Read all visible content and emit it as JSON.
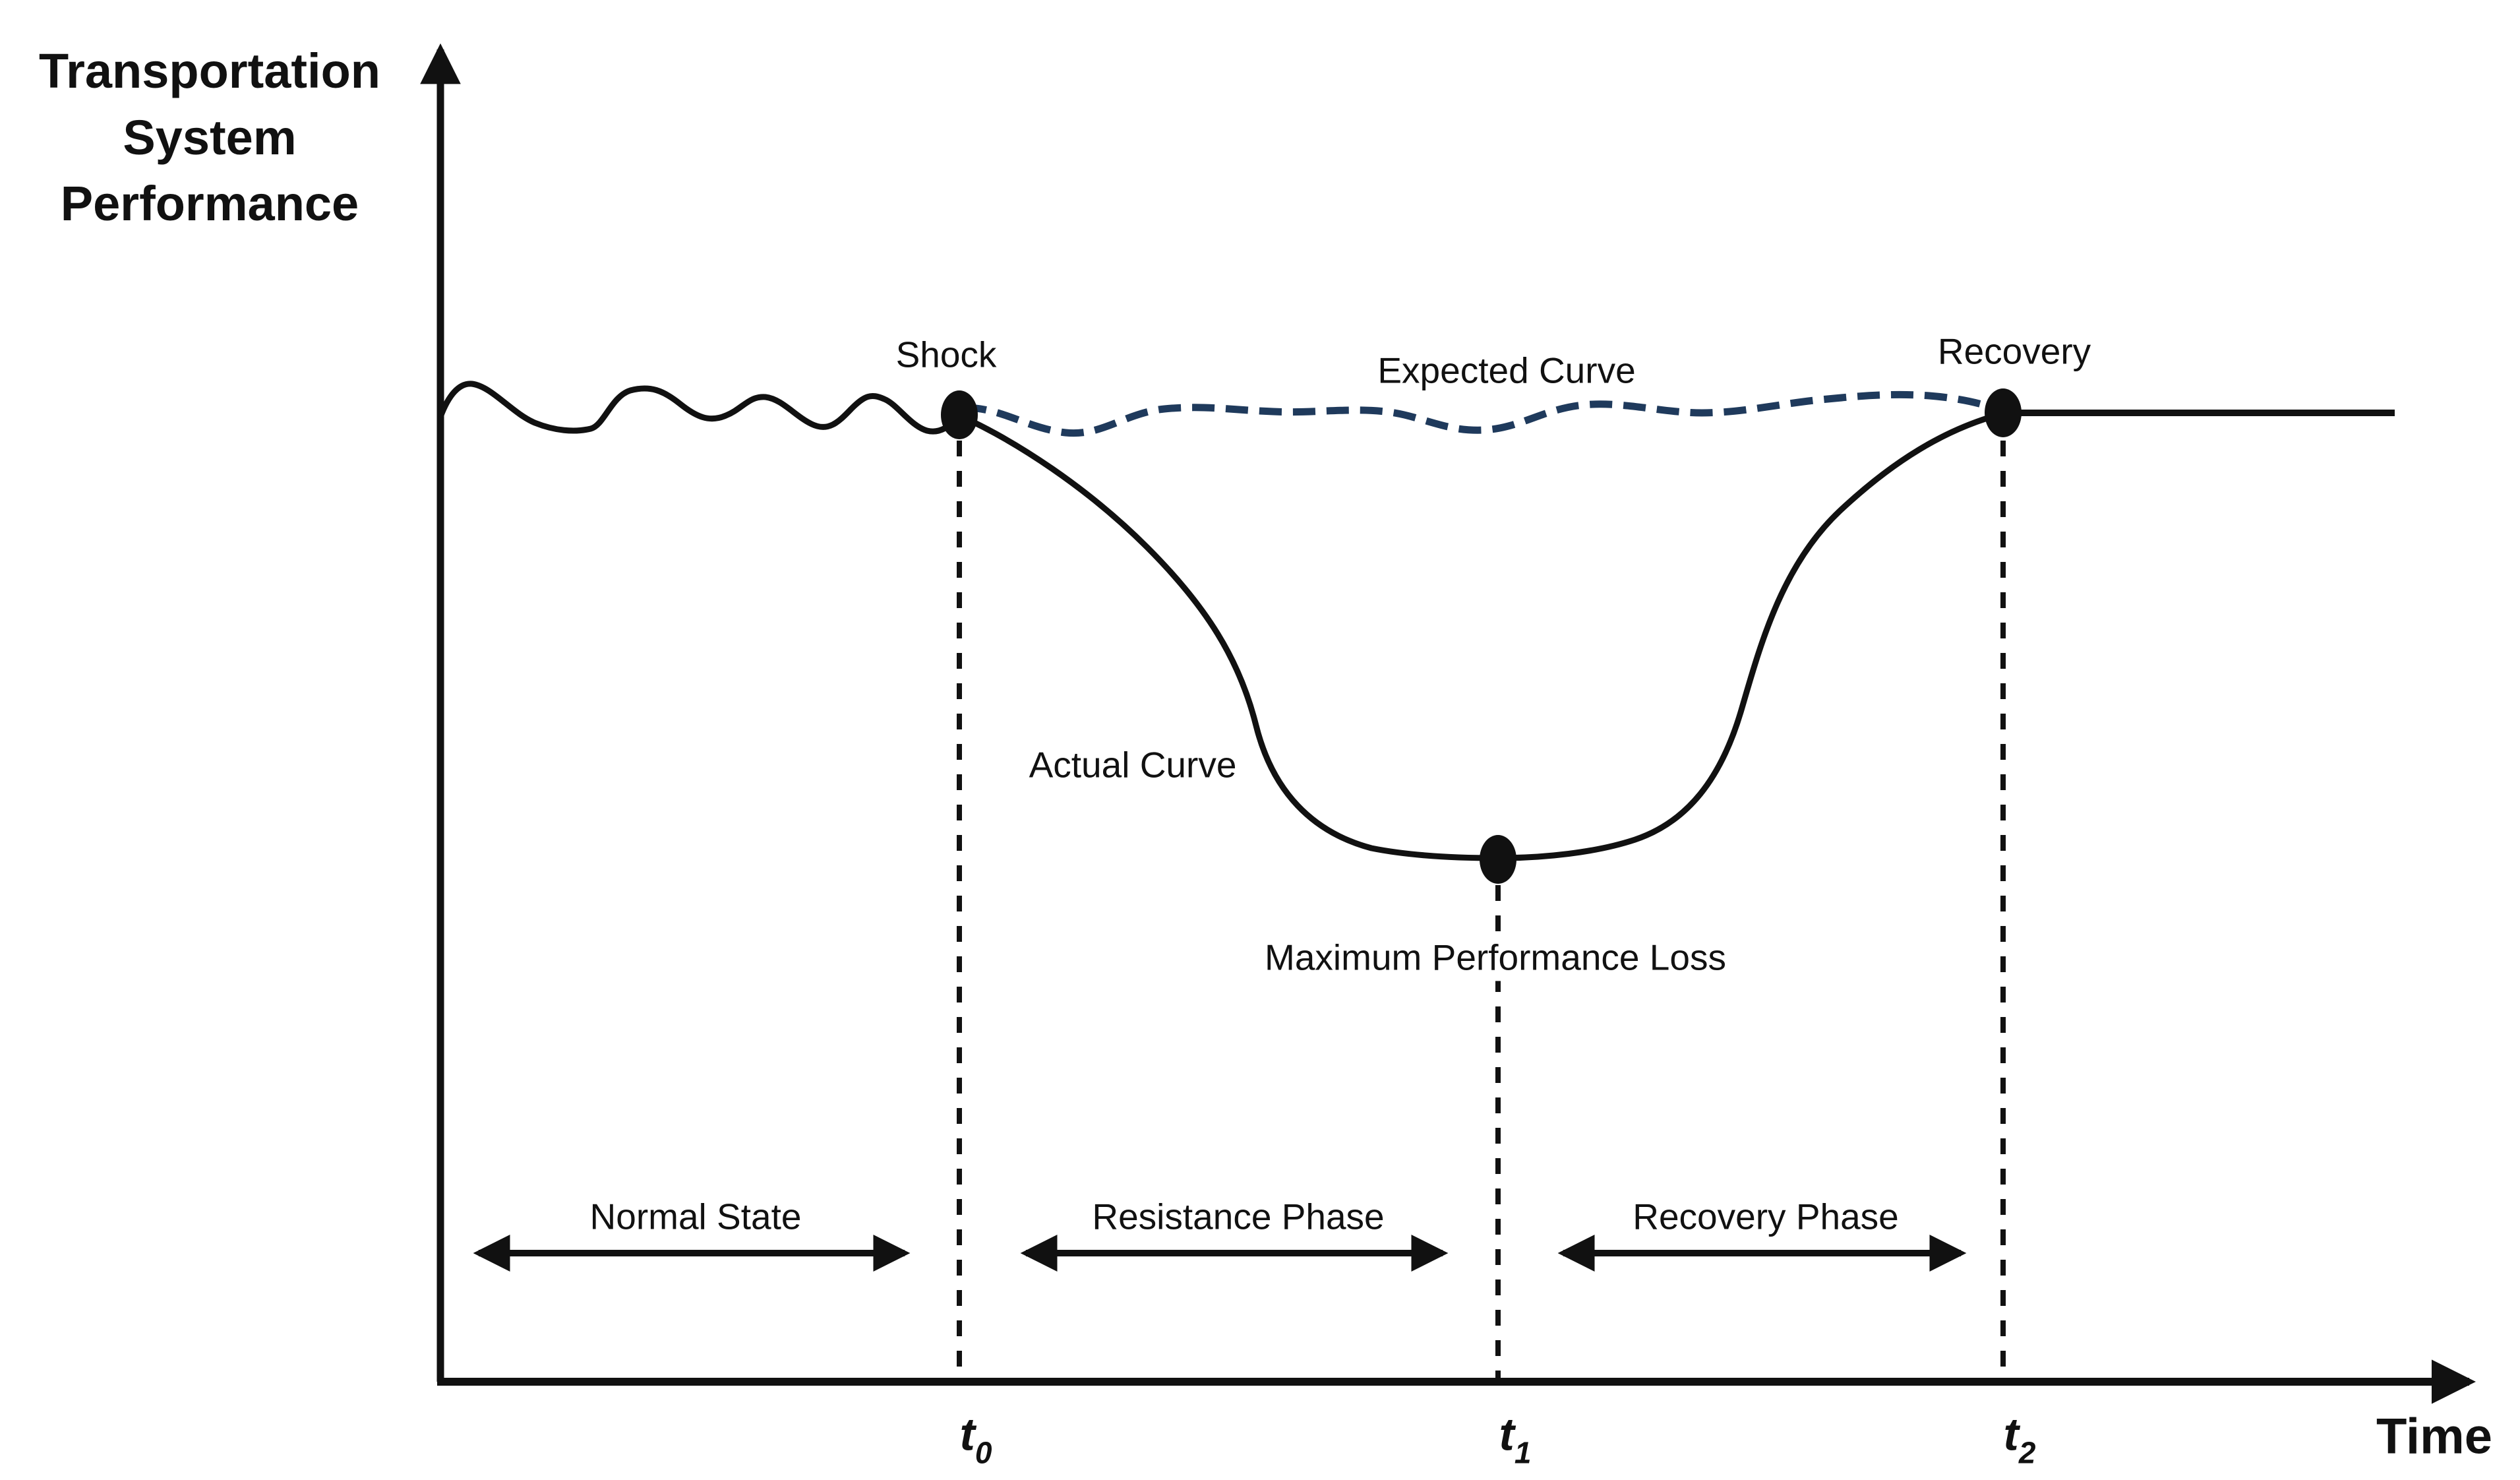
{
  "colors": {
    "ink": "#111111",
    "expected_curve": "#1f3a5c"
  },
  "ylabel": "Transportation\nSystem\nPerformance",
  "xlabel": "Time",
  "labels": {
    "shock": "Shock",
    "expected_curve": "Expected Curve",
    "recovery": "Recovery",
    "actual_curve": "Actual Curve",
    "max_loss": "Maximum Performance Loss"
  },
  "phases": [
    {
      "label": "Normal State",
      "from": "axis-origin",
      "to": "t0"
    },
    {
      "label": "Resistance Phase",
      "from": "t0",
      "to": "t1"
    },
    {
      "label": "Recovery Phase",
      "from": "t1",
      "to": "t2"
    }
  ],
  "x_ticks": [
    {
      "base": "t",
      "sub": "0"
    },
    {
      "base": "t",
      "sub": "1"
    },
    {
      "base": "t",
      "sub": "2"
    }
  ],
  "chart_data": {
    "type": "line",
    "title": "",
    "xlabel": "Time",
    "ylabel": "Transportation System Performance",
    "grid": false,
    "legend_position": "none",
    "x_axis": {
      "numeric": false,
      "ticks": [
        "t0",
        "t1",
        "t2"
      ],
      "tick_style": "bold italic"
    },
    "y_axis": {
      "numeric": false,
      "ticks": []
    },
    "series": [
      {
        "name": "Actual Curve",
        "style": {
          "line": "solid",
          "color": "#111111"
        },
        "description": "Noisy/wavy at normal performance level until shock at t0, drops in an S-shaped well to a minimum at t1, recovers back to normal level at t2, then stays flat",
        "x": [
          "start",
          "t0",
          "between t0 and t1",
          "t1",
          "between t1 and t2",
          "t2",
          "end"
        ],
        "y_relative_performance": [
          1.0,
          1.0,
          0.75,
          0.54,
          0.75,
          1.0,
          1.0
        ]
      },
      {
        "name": "Expected Curve",
        "style": {
          "line": "dashed",
          "color": "#1f3a5c"
        },
        "description": "Gently wavy dashed curve staying near the normal performance level between t0 and t2",
        "x": [
          "t0",
          "t1",
          "t2"
        ],
        "y_relative_performance": [
          1.0,
          0.99,
          1.0
        ]
      }
    ],
    "markers": [
      {
        "label": "Shock",
        "at_x": "t0",
        "y_relative_performance": 1.0
      },
      {
        "label": "Maximum Performance Loss",
        "at_x": "t1",
        "y_relative_performance": 0.54
      },
      {
        "label": "Recovery",
        "at_x": "t2",
        "y_relative_performance": 1.0
      }
    ],
    "phase_spans": [
      {
        "label": "Normal State",
        "from": "origin",
        "to": "t0"
      },
      {
        "label": "Resistance Phase",
        "from": "t0",
        "to": "t1"
      },
      {
        "label": "Recovery Phase",
        "from": "t1",
        "to": "t2"
      }
    ],
    "reference_lines": [
      {
        "type": "vertical-dashed",
        "at_x": "t0"
      },
      {
        "type": "vertical-dashed",
        "at_x": "t1"
      },
      {
        "type": "vertical-dashed",
        "at_x": "t2"
      }
    ]
  }
}
